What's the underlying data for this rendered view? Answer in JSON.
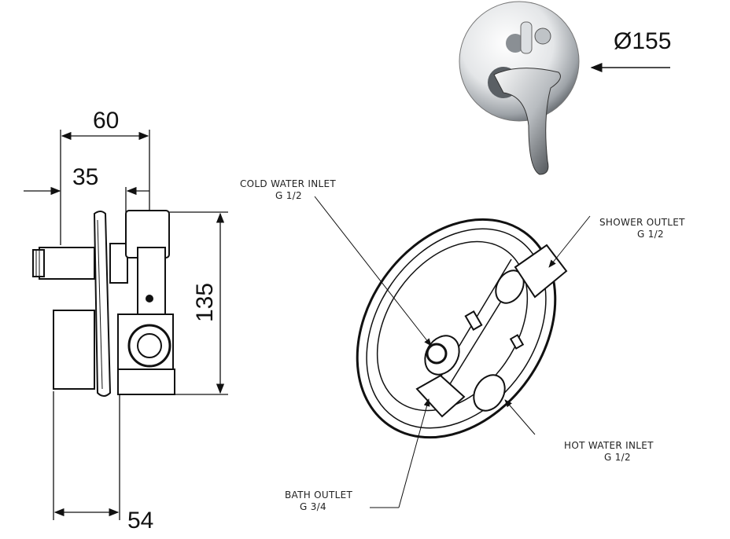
{
  "dimensions": {
    "width_total": "60",
    "depth_rear": "35",
    "height": "135",
    "body_width": "54",
    "plate_diameter": "Ø155"
  },
  "callouts": {
    "cold_inlet": {
      "name": "COLD WATER INLET",
      "thread": "G 1/2"
    },
    "shower_outlet": {
      "name": "SHOWER OUTLET",
      "thread": "G 1/2"
    },
    "hot_inlet": {
      "name": "HOT WATER INLET",
      "thread": "G 1/2"
    },
    "bath_outlet": {
      "name": "BATH OUTLET",
      "thread": "G 3/4"
    }
  }
}
